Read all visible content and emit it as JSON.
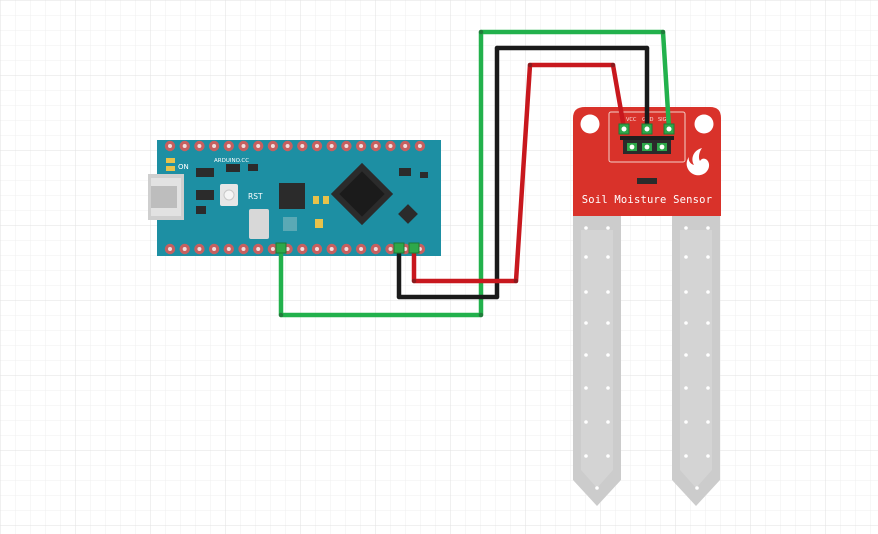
{
  "arduino": {
    "brand_label": "ARDUINO.CC",
    "on_label": "ON",
    "rst_label": "RST"
  },
  "sensor": {
    "title": "Soil Moisture Sensor",
    "pin_labels": [
      "VCC",
      "GND",
      "SIG"
    ]
  },
  "wires": [
    {
      "name": "green",
      "color": "#22b14c"
    },
    {
      "name": "black",
      "color": "#1a1a1a"
    },
    {
      "name": "red",
      "color": "#c8181e"
    }
  ],
  "colors": {
    "board": "#1d8fa3",
    "board_dark": "#176f7e",
    "pad": "#c65f5f",
    "sensor_board": "#d9322a",
    "probe": "#cfcfcf",
    "grid_minor": "#eeeeee",
    "grid_major": "#dddddd"
  }
}
